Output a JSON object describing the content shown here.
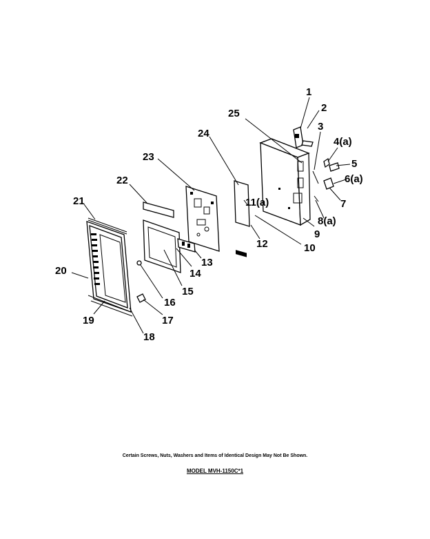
{
  "parts": {
    "p1": "1",
    "p2": "2",
    "p3": "3",
    "p4": "4(a)",
    "p5": "5",
    "p6": "6(a)",
    "p7": "7",
    "p8": "8(a)",
    "p9": "9",
    "p10": "10",
    "p11": "11(a)",
    "p12": "12",
    "p13": "13",
    "p14": "14",
    "p15": "15",
    "p16": "16",
    "p17": "17",
    "p18": "18",
    "p19": "19",
    "p20": "20",
    "p21": "21",
    "p22": "22",
    "p23": "23",
    "p24": "24",
    "p25": "25"
  },
  "footnote": "Certain Screws, Nuts, Washers and Items of Identical Design May Not Be Shown.",
  "model": "MODEL MVH-1150C*1"
}
